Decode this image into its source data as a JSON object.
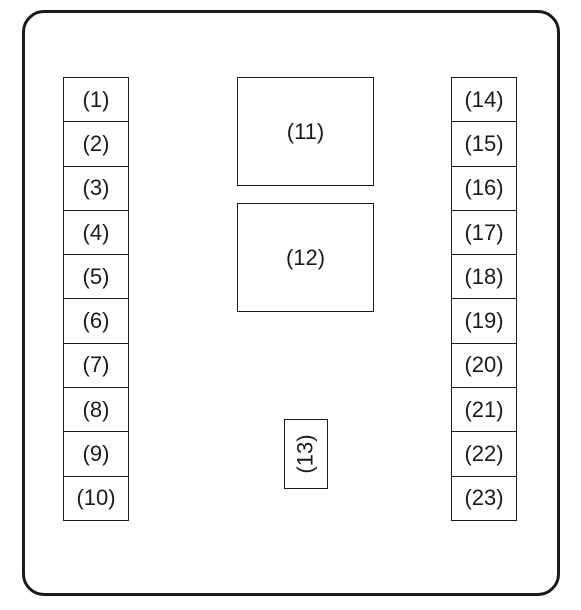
{
  "left_column": [
    "(1)",
    "(2)",
    "(3)",
    "(4)",
    "(5)",
    "(6)",
    "(7)",
    "(8)",
    "(9)",
    "(10)"
  ],
  "right_column": [
    "(14)",
    "(15)",
    "(16)",
    "(17)",
    "(18)",
    "(19)",
    "(20)",
    "(21)",
    "(22)",
    "(23)"
  ],
  "center": {
    "relay_11": "(11)",
    "relay_12": "(12)",
    "component_13": "(13)"
  }
}
